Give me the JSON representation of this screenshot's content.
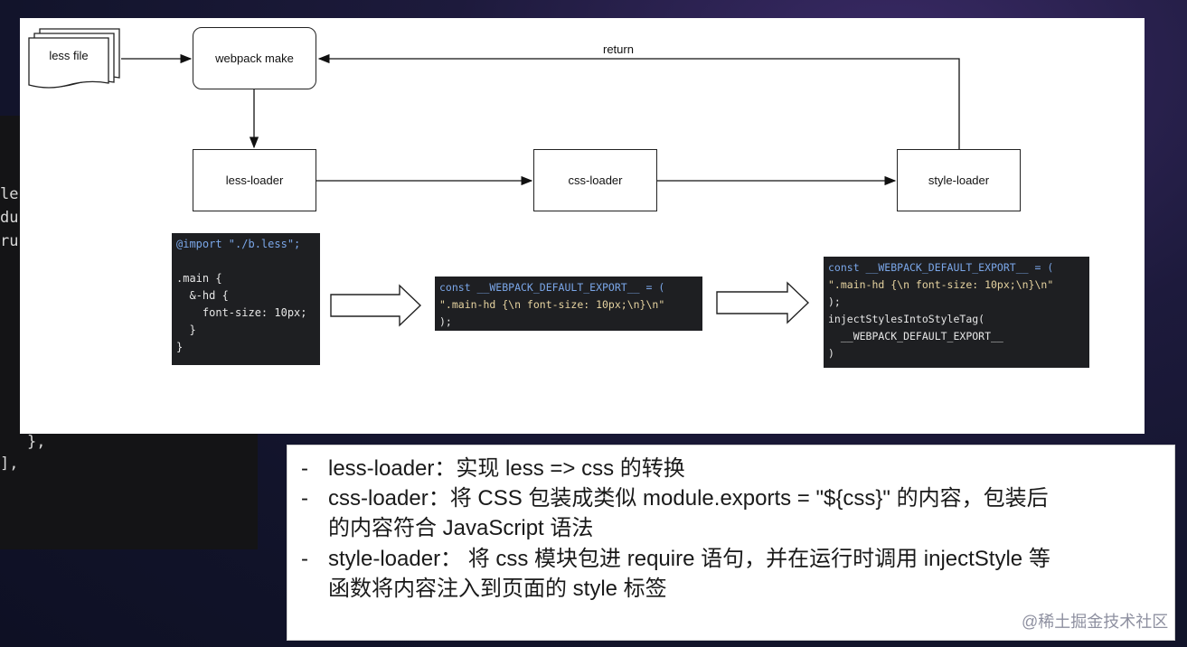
{
  "background_code": {
    "lines": [
      "le",
      "du",
      "ru",
      "},",
      "],"
    ]
  },
  "diagram": {
    "nodes": {
      "less_file": "less file",
      "webpack_make": "webpack make",
      "less_loader": "less-loader",
      "css_loader": "css-loader",
      "style_loader": "style-loader"
    },
    "edge_label_return": "return",
    "code_less": [
      "@import \"./b.less\";",
      "",
      ".main {",
      "  &-hd {",
      "    font-size: 10px;",
      "  }",
      "}"
    ],
    "code_css": [
      "const __WEBPACK_DEFAULT_EXPORT__ = (",
      "\".main-hd {\\n font-size: 10px;\\n}\\n\"",
      ");"
    ],
    "code_style": [
      "const __WEBPACK_DEFAULT_EXPORT__ = (",
      "\".main-hd {\\n font-size: 10px;\\n}\\n\"",
      ");",
      "injectStylesIntoStyleTag(",
      "  __WEBPACK_DEFAULT_EXPORT__",
      ")"
    ]
  },
  "notes": {
    "dash": "-",
    "lines": [
      "less-loader：实现 less => css 的转换",
      "css-loader：将 CSS 包装成类似 module.exports = \"${css}\" 的内容，包装后",
      "的内容符合 JavaScript 语法",
      "style-loader： 将 css 模块包进 require 语句，并在运行时调用 injectStyle 等",
      "函数将内容注入到页面的 style 标签"
    ]
  },
  "watermark": "@稀土掘金技术社区"
}
